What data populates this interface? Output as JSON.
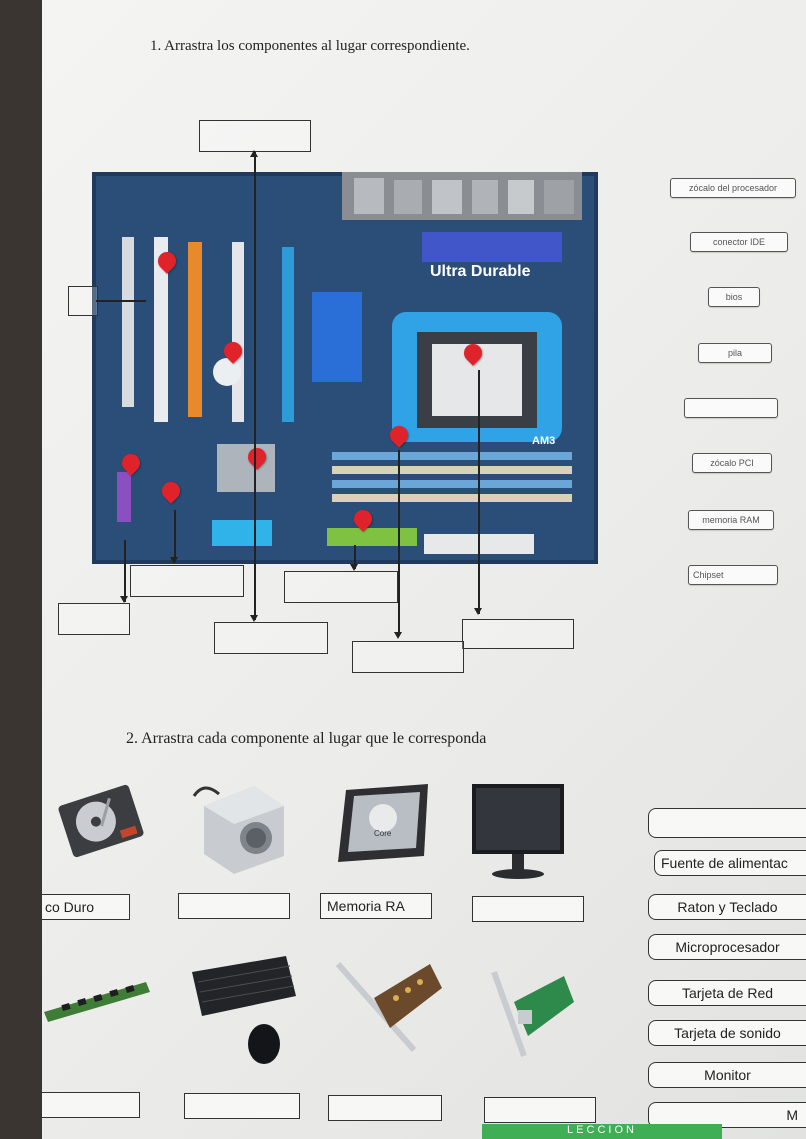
{
  "question1": {
    "title": "1.  Arrastra los componentes al lugar correspondiente.",
    "board_texts": {
      "ultra_durable": "Ultra Durable",
      "am3": "AM3"
    },
    "chips": [
      "zócalo del procesador",
      "conector IDE",
      "bios",
      "pila",
      "",
      "zócalo PCI",
      "memoria RAM",
      "Chipset"
    ]
  },
  "question2": {
    "title": "2. Arrastra cada componente al lugar que le corresponda",
    "image_icons": [
      "hard-disk-icon",
      "power-supply-icon",
      "processor-icon",
      "monitor-icon",
      "ram-module-icon",
      "keyboard-mouse-icon",
      "sound-card-icon",
      "network-card-icon"
    ],
    "row1_labels": [
      "co Duro",
      "",
      "Memoria RA",
      ""
    ],
    "row2_labels": [
      "",
      "",
      "",
      ""
    ],
    "options": [
      "",
      "Fuente de alimentac",
      "Raton y Teclado",
      "Microprocesador",
      "Tarjeta de Red",
      "Tarjeta de sonido",
      "Monitor",
      "M"
    ]
  },
  "bottom_bar_text": "LECCION"
}
